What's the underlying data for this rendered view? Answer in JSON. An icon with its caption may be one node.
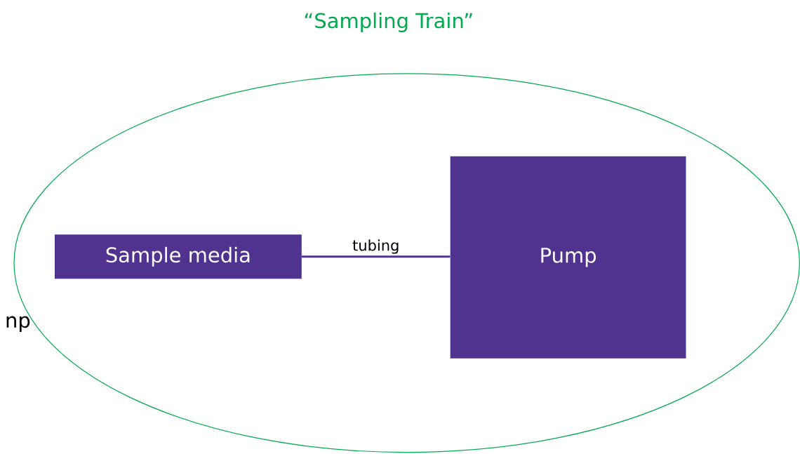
{
  "diagram": {
    "title": "“Sampling Train”",
    "nodes": [
      {
        "text": [],
        "shape": "ellipse"
      },
      {
        "text": [
          "Sample media"
        ],
        "in": 0
      },
      {
        "text": [
          "Pump"
        ],
        "in": 0
      }
    ],
    "edges": [
      {
        "from": 1,
        "to": 2,
        "arrow": "none",
        "label": "tubing"
      }
    ],
    "labels": [
      "np"
    ]
  }
}
